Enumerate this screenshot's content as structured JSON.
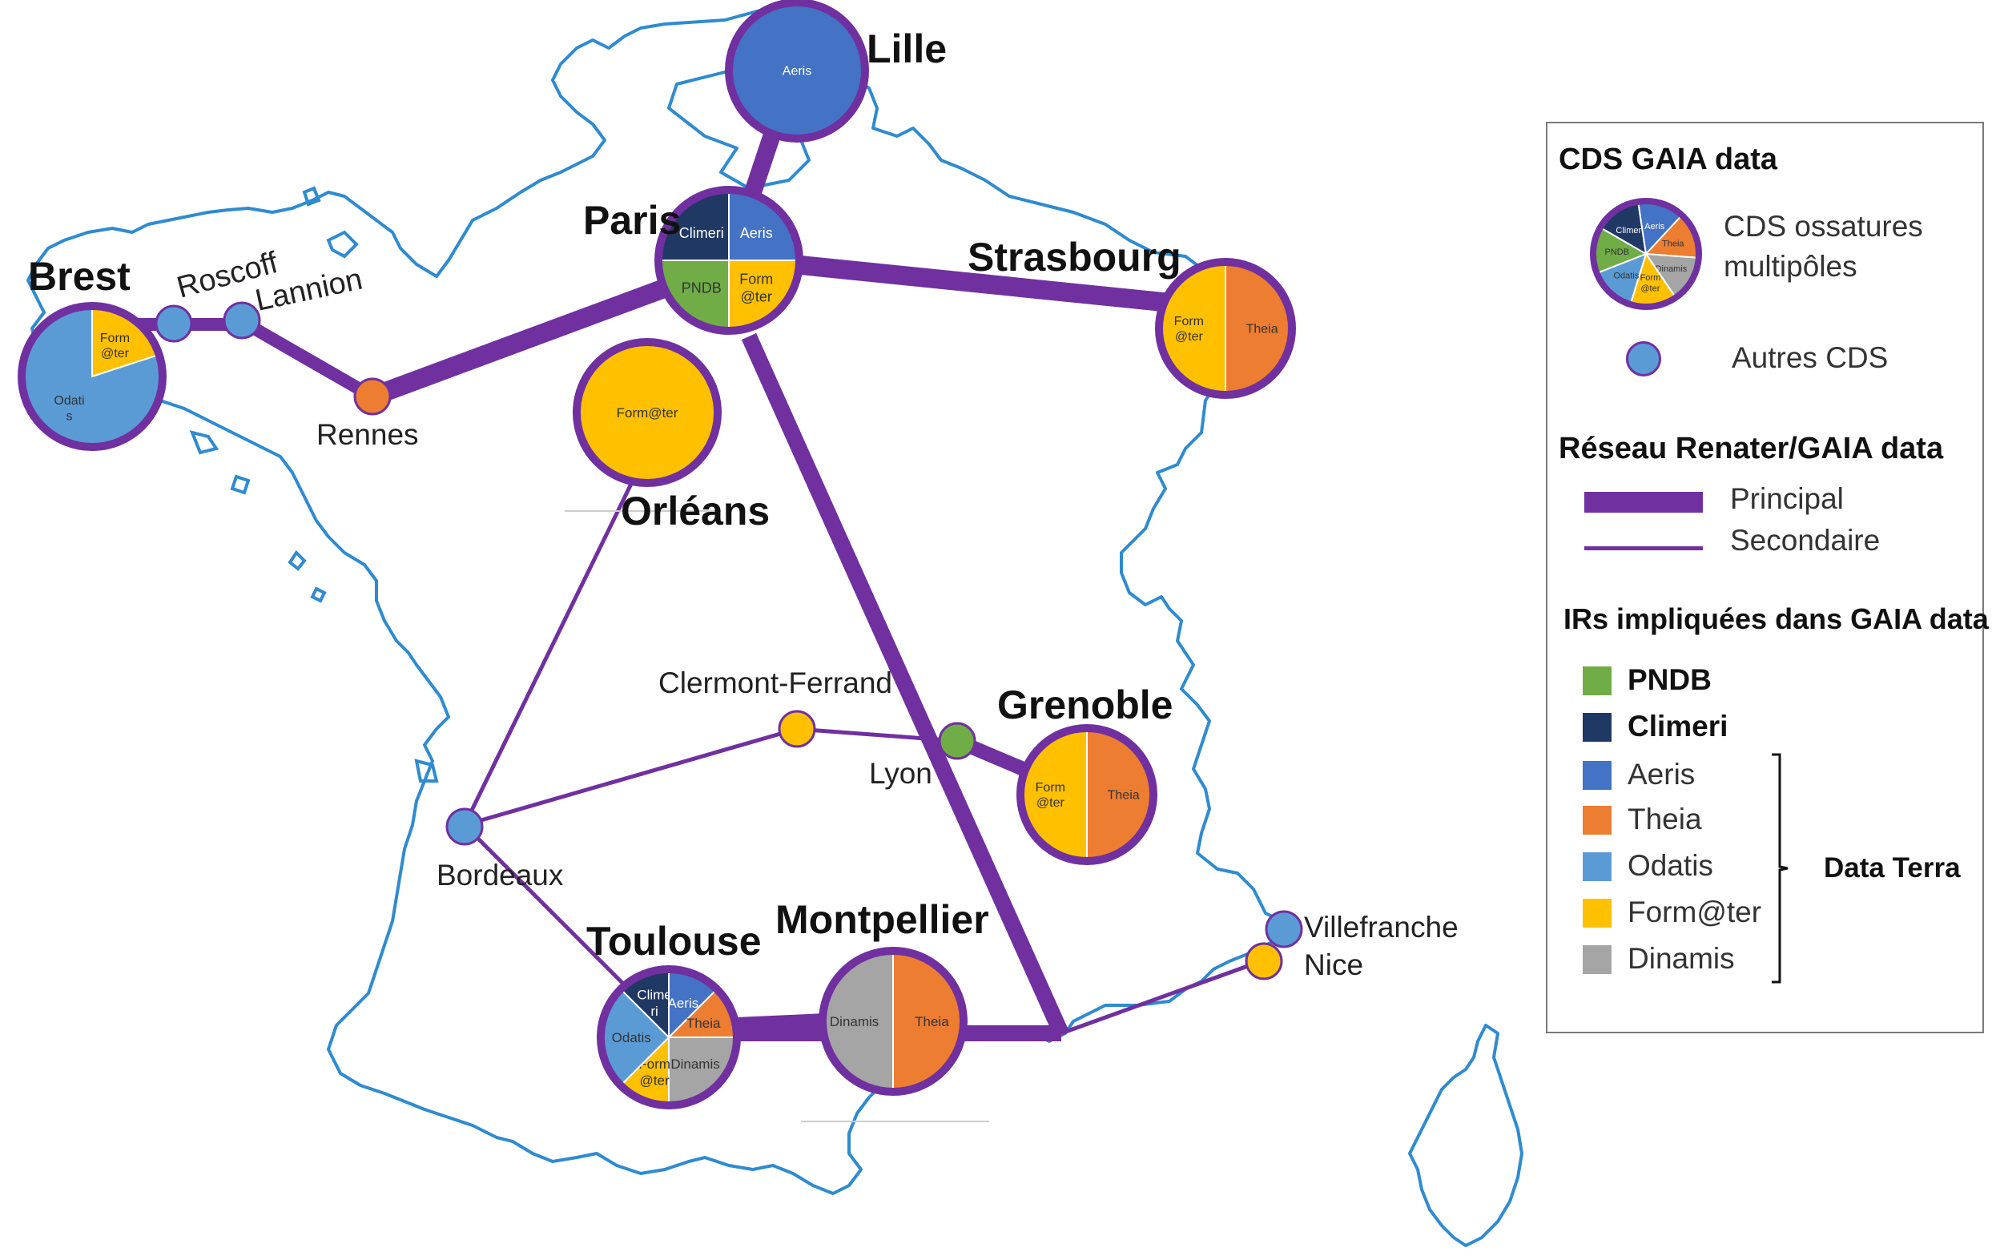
{
  "cities": {
    "lille": "Lille",
    "paris": "Paris",
    "strasbourg": "Strasbourg",
    "brest": "Brest",
    "roscoff": "Roscoff",
    "lannion": "Lannion",
    "rennes": "Rennes",
    "orleans": "Orléans",
    "clermont": "Clermont-Ferrand",
    "grenoble": "Grenoble",
    "lyon": "Lyon",
    "bordeaux": "Bordeaux",
    "toulouse": "Toulouse",
    "montpellier": "Montpellier",
    "villefranche": "Villefranche",
    "nice": "Nice"
  },
  "pies": {
    "lille": [
      "Aeris"
    ],
    "paris": [
      "Climeri",
      "Aeris",
      "PNDB",
      "Form\n@ter"
    ],
    "strasbourg": [
      "Form\n@ter",
      "Theia"
    ],
    "brest": [
      "Form\n@ter",
      "Odati\ns"
    ],
    "orleans": [
      "Form@ter"
    ],
    "grenoble": [
      "Form\n@ter",
      "Theia"
    ],
    "toulouse": [
      "Clime\nri",
      "Aeris",
      "Theia",
      "Odatis",
      "Form\n@ter",
      "Dinamis"
    ],
    "montpellier": [
      "Dinamis",
      "Theia"
    ],
    "legend": [
      "Climeri",
      "Aeris",
      "PNDB",
      "Theia",
      "Odatis",
      "Dinamis",
      "Form\n@ter"
    ]
  },
  "legend": {
    "title": "CDS GAIA data",
    "multipole_line1": "CDS ossatures",
    "multipole_line2": "multipôles",
    "other_cds": "Autres CDS",
    "network_title": "Réseau Renater/GAIA data",
    "principal": "Principal",
    "secondary": "Secondaire",
    "irs_title": "IRs impliquées dans GAIA data",
    "ir_items": [
      "PNDB",
      "Climeri",
      "Aeris",
      "Theia",
      "Odatis",
      "Form@ter",
      "Dinamis"
    ],
    "data_terra": "Data Terra"
  },
  "colors": {
    "ring": "#7030a0",
    "map_outline": "#2e8bd0",
    "pndb": "#70ad47",
    "climeri": "#203864",
    "aeris": "#4472c4",
    "theia": "#ed7d31",
    "odatis": "#5b9bd5",
    "formater": "#ffc000",
    "dinamis": "#a5a5a5"
  }
}
